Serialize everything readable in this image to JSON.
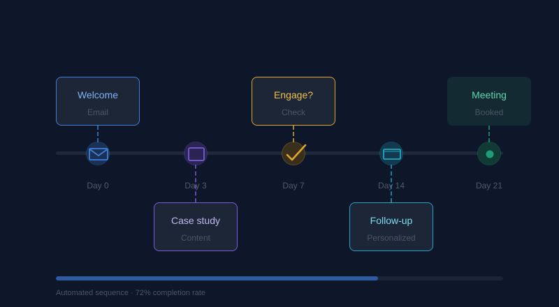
{
  "steps": [
    {
      "title": "Welcome",
      "subtitle": "Email",
      "day": "Day 0",
      "icon": "envelope-icon",
      "color": "#3f7fd9",
      "title_color": "#7fb3f5",
      "fill": "#1c2637",
      "node_fill": "#1a3055"
    },
    {
      "title": "Case study",
      "subtitle": "Content",
      "day": "Day 3",
      "icon": "square-icon",
      "color": "#7b5ad6",
      "title_color": "#c4b8ef",
      "fill": "#1c2637",
      "node_fill": "#2b2452"
    },
    {
      "title": "Engage?",
      "subtitle": "Check",
      "day": "Day 7",
      "icon": "checkmark-icon",
      "color": "#e0a52c",
      "title_color": "#f0c14b",
      "fill": "#1c2637",
      "node_fill": "#3a2f1c"
    },
    {
      "title": "Follow-up",
      "subtitle": "Personalized",
      "day": "Day 14",
      "icon": "message-icon",
      "color": "#1fa6c4",
      "title_color": "#7fdcf0",
      "fill": "#1c2637",
      "node_fill": "#123a4c"
    },
    {
      "title": "Meeting",
      "subtitle": "Booked",
      "day": "Day 21",
      "icon": "dot-icon",
      "color": "#1d9e78",
      "title_color": "#5fd7ab",
      "fill": "#142a33",
      "node_fill": "#123a34"
    }
  ],
  "progress": {
    "fraction": 0.72,
    "color": "#2f5aa0"
  },
  "footer": {
    "caption": "Automated sequence · 72% completion rate"
  }
}
